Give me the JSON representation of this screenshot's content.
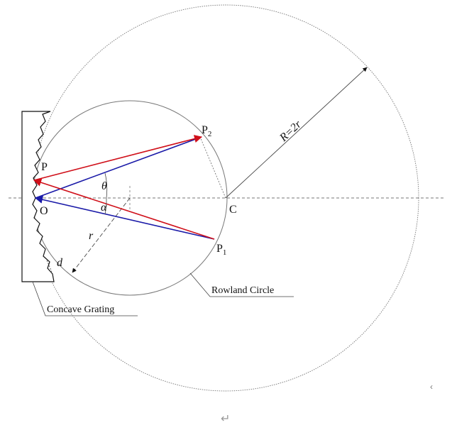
{
  "labels": {
    "P": "P",
    "P1_base": "P",
    "P1_sub": "1",
    "P2_base": "P",
    "P2_sub": "2",
    "O": "O",
    "C": "C",
    "theta": "θ",
    "alpha": "α",
    "r": "r",
    "d": "d",
    "R_eq": "R=2r"
  },
  "callouts": {
    "rowland": "Rowland Circle",
    "grating": "Concave Grating"
  },
  "glyphs": {
    "return_mark": "↵",
    "tick_mark": "‹"
  },
  "colors": {
    "red_ray": "#d0101a",
    "blue_ray": "#1a1aa8",
    "construction": "#555555",
    "ink": "#111111"
  }
}
